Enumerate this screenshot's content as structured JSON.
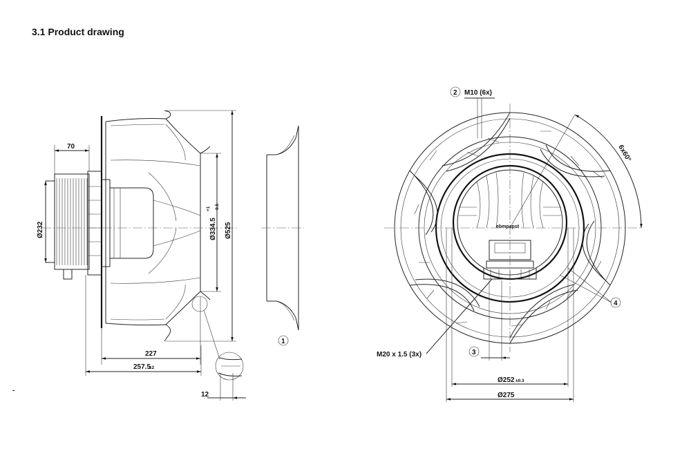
{
  "section_title": "3.1 Product drawing",
  "side_view": {
    "dim_70": "70",
    "dim_232": "Ø232",
    "dim_334": "Ø334.5",
    "dim_334_tol_upper": "+1",
    "dim_334_tol_lower": "-0.5",
    "dim_525": "Ø525",
    "dim_227": "227",
    "dim_257": "257.5",
    "dim_257_tol": "±2",
    "dim_12": "12"
  },
  "inlet_ring": {
    "callout_1": "1"
  },
  "front_view": {
    "callout_2": "2",
    "m10_label": "M10 (6x)",
    "angle_label": "6x60°",
    "callout_4": "4",
    "m20_label": "M20 x 1.5 (3x)",
    "callout_3": "3",
    "dim_252": "Ø252",
    "dim_252_tol": "±0.3",
    "dim_275": "Ø275",
    "brand_mark": "ebmpapst"
  },
  "stray_mark": "-"
}
